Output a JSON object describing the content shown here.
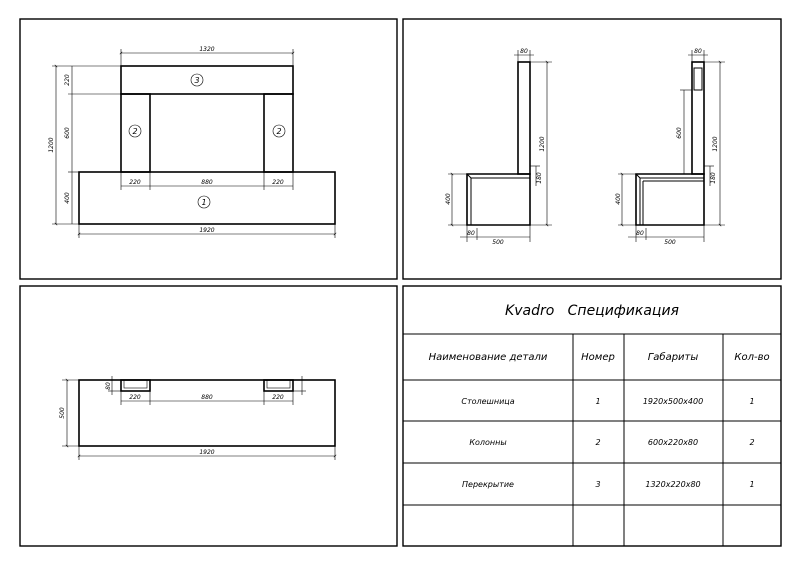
{
  "front_view": {
    "dim_total_height": "1200",
    "dim_top_beam": "220",
    "dim_column_height": "600",
    "dim_base_height": "400",
    "dim_top_width": "1320",
    "dim_col_left": "220",
    "dim_gap": "880",
    "dim_col_right": "220",
    "dim_total_width": "1920",
    "part_1": "1",
    "part_2_left": "2",
    "part_2_right": "2",
    "part_3": "3"
  },
  "side_view_1": {
    "dim_top_thickness": "80",
    "dim_total_height": "1200",
    "dim_step": "180",
    "dim_base_height": "400",
    "dim_bottom_thickness": "80",
    "dim_depth": "500"
  },
  "side_view_2": {
    "dim_top_thickness": "80",
    "dim_total_height": "1200",
    "dim_column_height": "600",
    "dim_step": "180",
    "dim_base_height": "400",
    "dim_bottom_thickness": "80",
    "dim_depth": "500"
  },
  "plan_view": {
    "dim_depth": "500",
    "dim_column_thickness": "80",
    "dim_col_left": "220",
    "dim_gap": "880",
    "dim_col_right": "220",
    "dim_total_width": "1920"
  },
  "spec_table": {
    "title": "Kvadro   Спецификация",
    "headers": [
      "Наименование детали",
      "Номер",
      "Габариты",
      "Кол-во"
    ],
    "rows": [
      {
        "name": "Столешница",
        "number": "1",
        "dimensions": "1920x500x400",
        "qty": "1"
      },
      {
        "name": "Колонны",
        "number": "2",
        "dimensions": "600x220x80",
        "qty": "2"
      },
      {
        "name": "Перекрытие",
        "number": "3",
        "dimensions": "1320x220x80",
        "qty": "1"
      }
    ]
  }
}
